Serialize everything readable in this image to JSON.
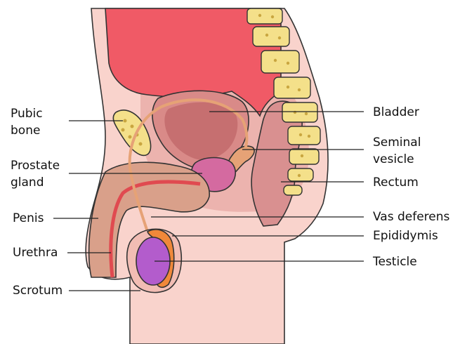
{
  "labels": {
    "pubic_bone": "Pubic\nbone",
    "prostate_gland": "Prostate\ngland",
    "penis": "Penis",
    "urethra": "Urethra",
    "scrotum": "Scrotum",
    "bladder": "Bladder",
    "seminal_vesicle": "Seminal\nvesicle",
    "rectum": "Rectum",
    "vas_deferens": "Vas deferens",
    "epididymis": "Epididymis",
    "testicle": "Testicle"
  },
  "colors": {
    "skin": "#f9d3cc",
    "skin_inner": "#f2bdb4",
    "pelvic_region": "#e8aba6",
    "colon_red": "#f05a66",
    "bladder_fill": "#d98a88",
    "bladder_inner": "#c66f70",
    "rectum_fill": "#d99090",
    "bone": "#f4e08a",
    "bone_dots": "#c9a640",
    "penis_tissue": "#d9a08a",
    "urethra_red": "#e04a50",
    "prostate": "#d46aa0",
    "vas_deferens": "#e6a276",
    "epididymis": "#f0883a",
    "testicle": "#b35ccc"
  }
}
